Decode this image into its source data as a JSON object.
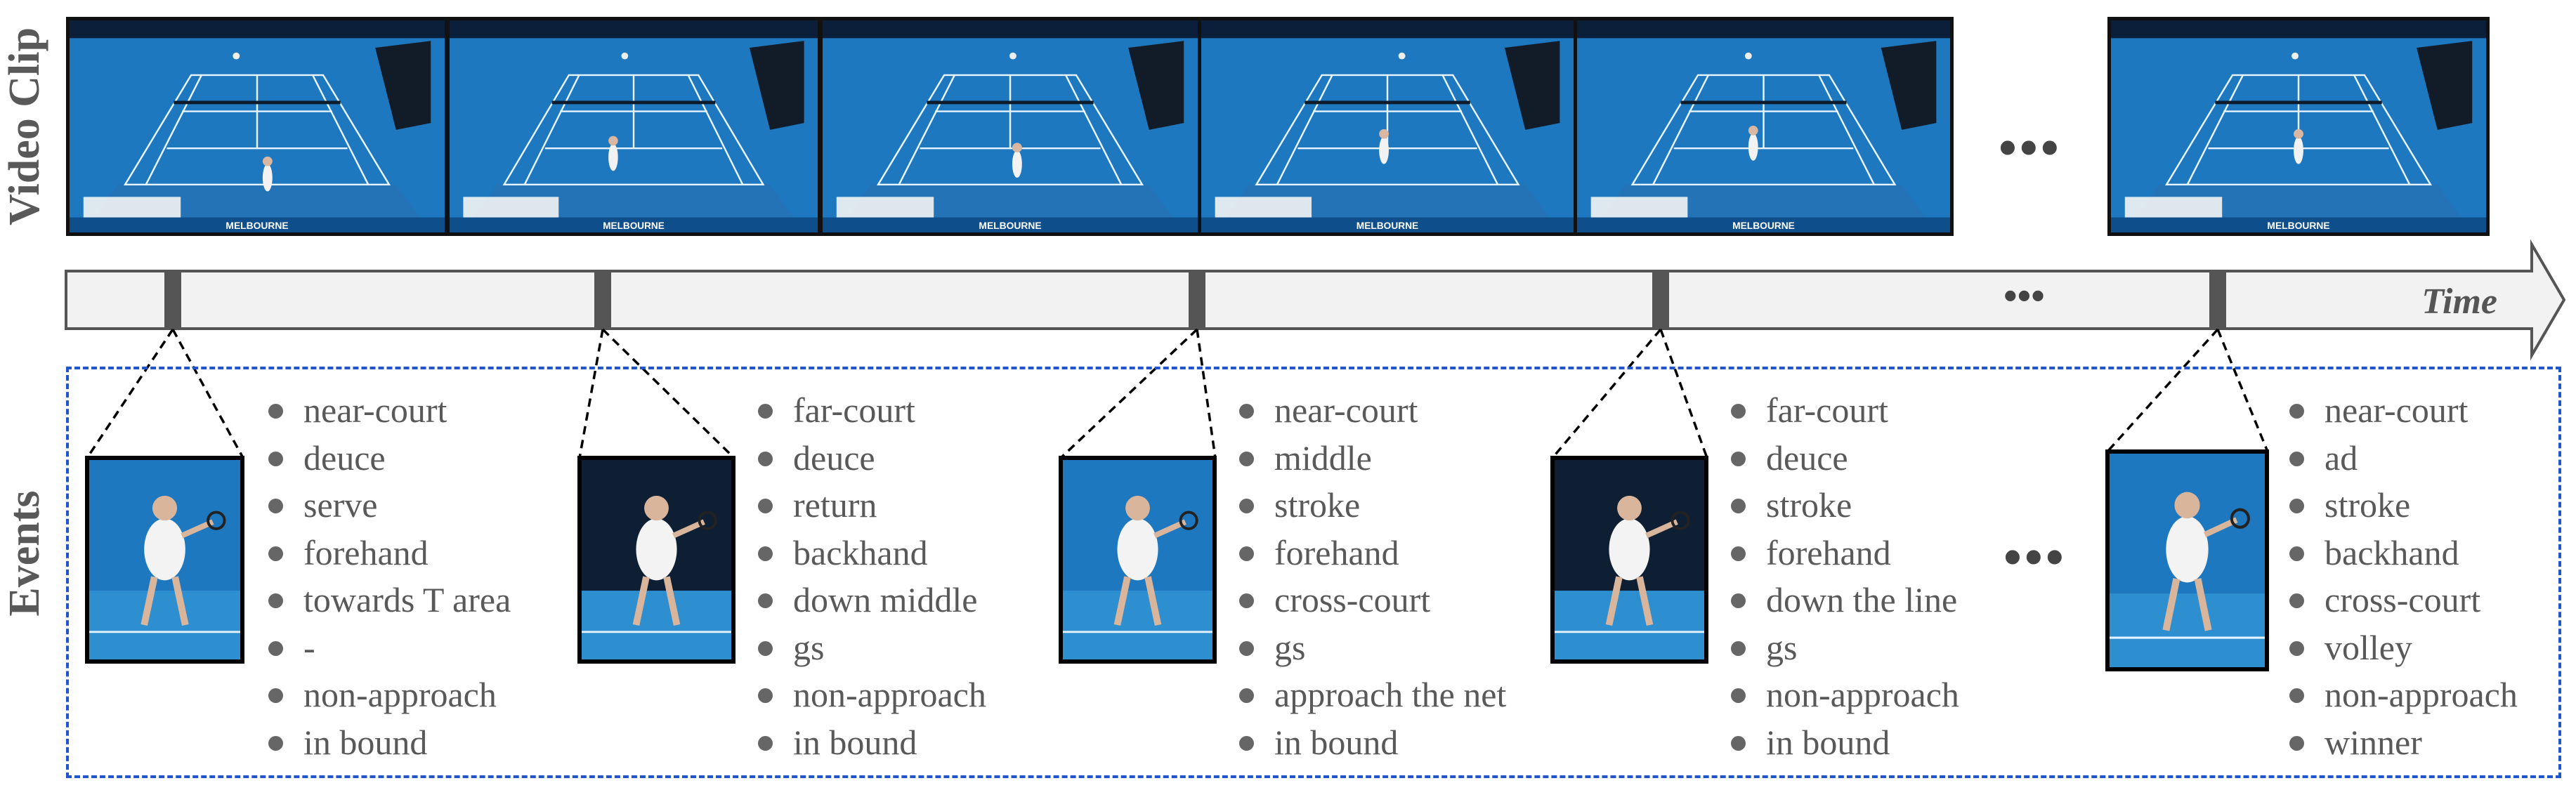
{
  "labels": {
    "video_clip": "Video Clip",
    "events": "Events",
    "time": "Time",
    "ellipsis": "•••"
  },
  "scoreboard": {
    "venue": "MELBOURNE"
  },
  "colors": {
    "court": "#1d78bf",
    "axis_fill": "#f2f2f2",
    "axis_stroke": "#555555",
    "events_border": "#2255cc",
    "text": "#595959"
  },
  "frame_count": 6,
  "events": [
    {
      "items": [
        "near-court",
        "deuce",
        "serve",
        "forehand",
        "towards T area",
        "-",
        "non-approach",
        "in bound"
      ]
    },
    {
      "items": [
        "far-court",
        "deuce",
        "return",
        "backhand",
        "down middle",
        "gs",
        "non-approach",
        "in bound"
      ]
    },
    {
      "items": [
        "near-court",
        "middle",
        "stroke",
        "forehand",
        "cross-court",
        "gs",
        "approach the net",
        "in bound"
      ]
    },
    {
      "items": [
        "far-court",
        "deuce",
        "stroke",
        "forehand",
        "down the line",
        "gs",
        "non-approach",
        "in bound"
      ]
    },
    {
      "items": [
        "near-court",
        "ad",
        "stroke",
        "backhand",
        "cross-court",
        "volley",
        "non-approach",
        "winner"
      ]
    }
  ]
}
